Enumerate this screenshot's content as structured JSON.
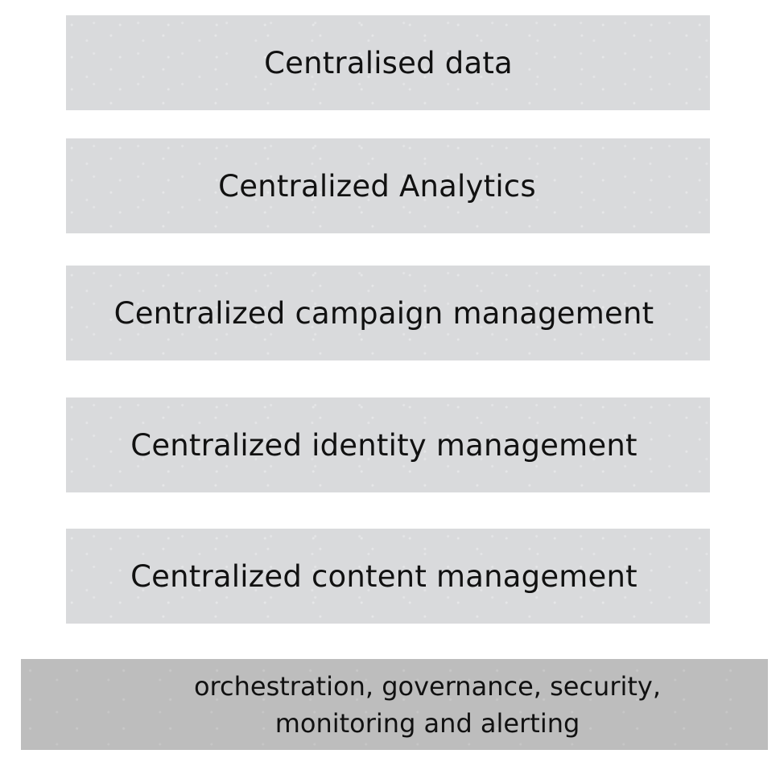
{
  "layers": [
    {
      "label": "Centralised data"
    },
    {
      "label": "Centralized Analytics"
    },
    {
      "label": "Centralized campaign management"
    },
    {
      "label": "Centralized identity management"
    },
    {
      "label": "Centralized content management"
    }
  ],
  "foundation": {
    "line1": "orchestration, governance, security,",
    "line2": "monitoring and alerting"
  },
  "colors": {
    "layer_fill": "#d9dadc",
    "foundation_fill": "#bdbdbd",
    "text": "#111111"
  }
}
